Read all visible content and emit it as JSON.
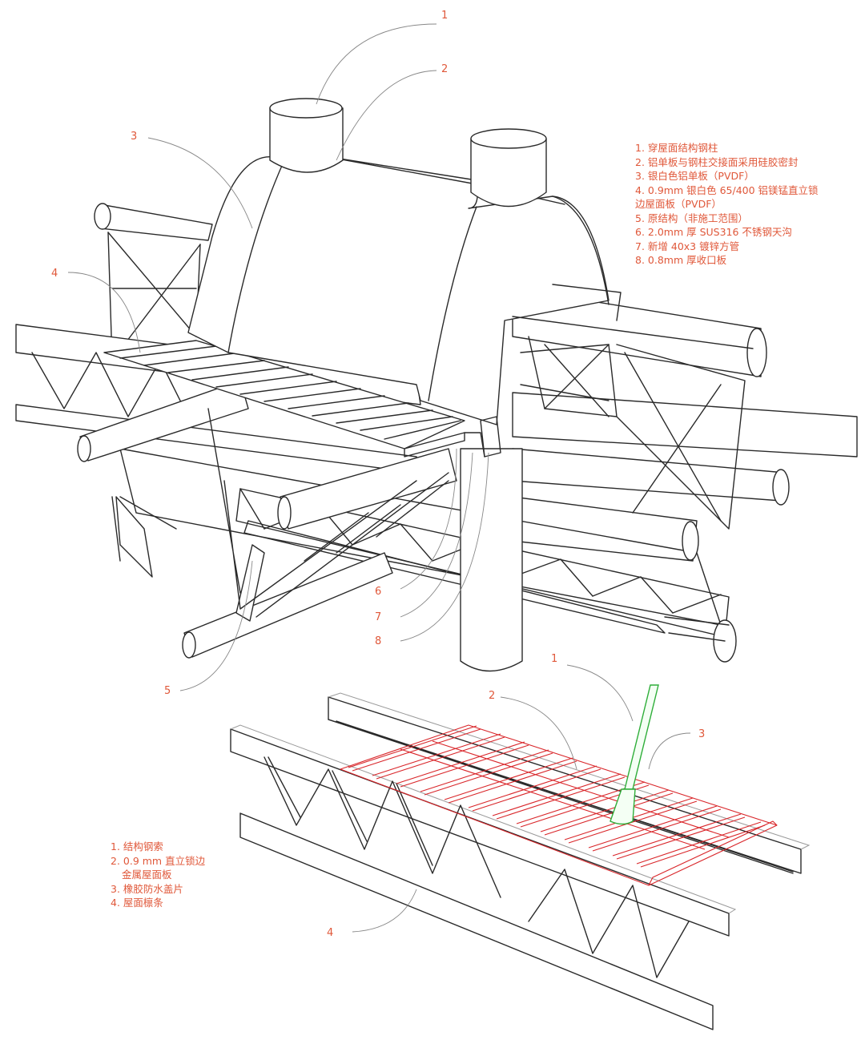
{
  "colors": {
    "annotation": "#e0583a",
    "panel_red": "#d9262a",
    "rope_green": "#2fae3a",
    "line": "#2a2a2a"
  },
  "upper_diagram": {
    "callouts": [
      "1",
      "2",
      "3",
      "4",
      "5",
      "6",
      "7",
      "8"
    ],
    "legend": [
      "1. 穿屋面结构钢柱",
      "2. 铝单板与钢柱交接面采用硅胶密封",
      "3. 银白色铝单板（PVDF）",
      "4. 0.9mm 银白色 65/400 铝镁锰直立锁",
      "边屋面板（PVDF）",
      "5. 原结构（非施工范围）",
      "6. 2.0mm 厚 SUS316 不锈钢天沟",
      "7. 新增 40x3 镀锌方管",
      "8. 0.8mm 厚收口板"
    ]
  },
  "lower_diagram": {
    "callouts": [
      "1",
      "2",
      "3",
      "4"
    ],
    "legend": [
      "1. 结构钢索",
      "2. 0.9 mm 直立锁边",
      "金属屋面板",
      "3. 橡胶防水盖片",
      "4. 屋面檩条"
    ]
  }
}
